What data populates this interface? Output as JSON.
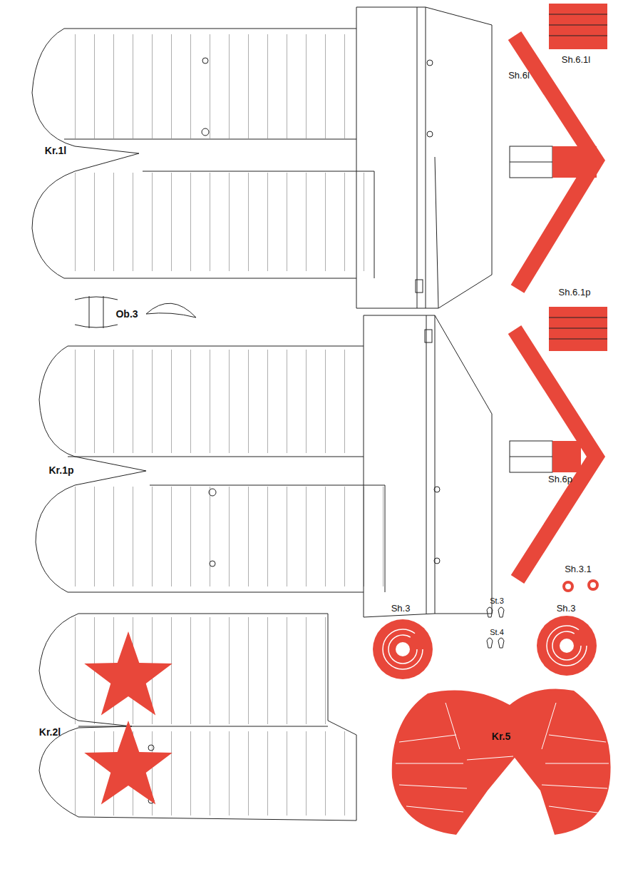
{
  "diagram": {
    "labels": [
      "Sh.6.1l",
      "Sh.6l",
      "Kr.1l",
      "Ob.3",
      "Sh.6.1p",
      "Kr.1p",
      "Sh.6p",
      "Sh.3.1",
      "Sh.3",
      "Sh.3",
      "St.3",
      "St.4",
      "Kr.2l",
      "Kr.5"
    ]
  }
}
